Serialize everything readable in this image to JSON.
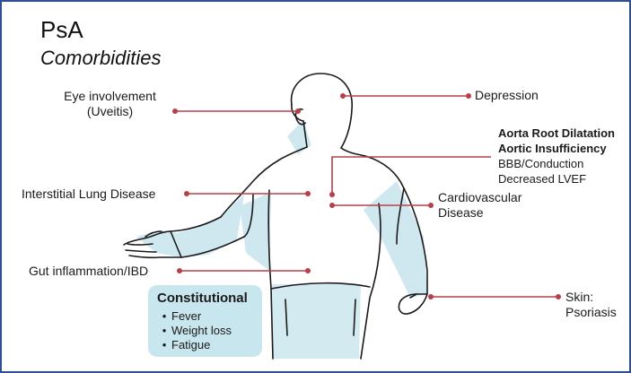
{
  "slide": {
    "title": "PsA",
    "subtitle": "Comorbidities"
  },
  "labels": {
    "eye_line1": "Eye involvement",
    "eye_line2": "(Uveitis)",
    "depression": "Depression",
    "aorta_root": "Aorta Root Dilatation",
    "aortic_insufficiency": "Aortic Insufficiency",
    "bbb_conduction": "BBB/Conduction",
    "decreased_lvef": "Decreased LVEF",
    "lung": "Interstitial Lung Disease",
    "cardio_line1": "Cardiovascular",
    "cardio_line2": "Disease",
    "gut": "Gut inflammation/IBD",
    "skin_line1": "Skin:",
    "skin_line2": "Psoriasis"
  },
  "constitutional": {
    "title": "Constitutional",
    "items": [
      "Fever",
      "Weight loss",
      "Fatigue"
    ]
  },
  "colors": {
    "connector": "#b5404a",
    "body_shade": "#cfe8f0",
    "outline": "#1a1a1a",
    "frame": "#2f4f8f",
    "callout_bg": "#c8e6ee"
  },
  "icons": {
    "bullet": "•"
  }
}
